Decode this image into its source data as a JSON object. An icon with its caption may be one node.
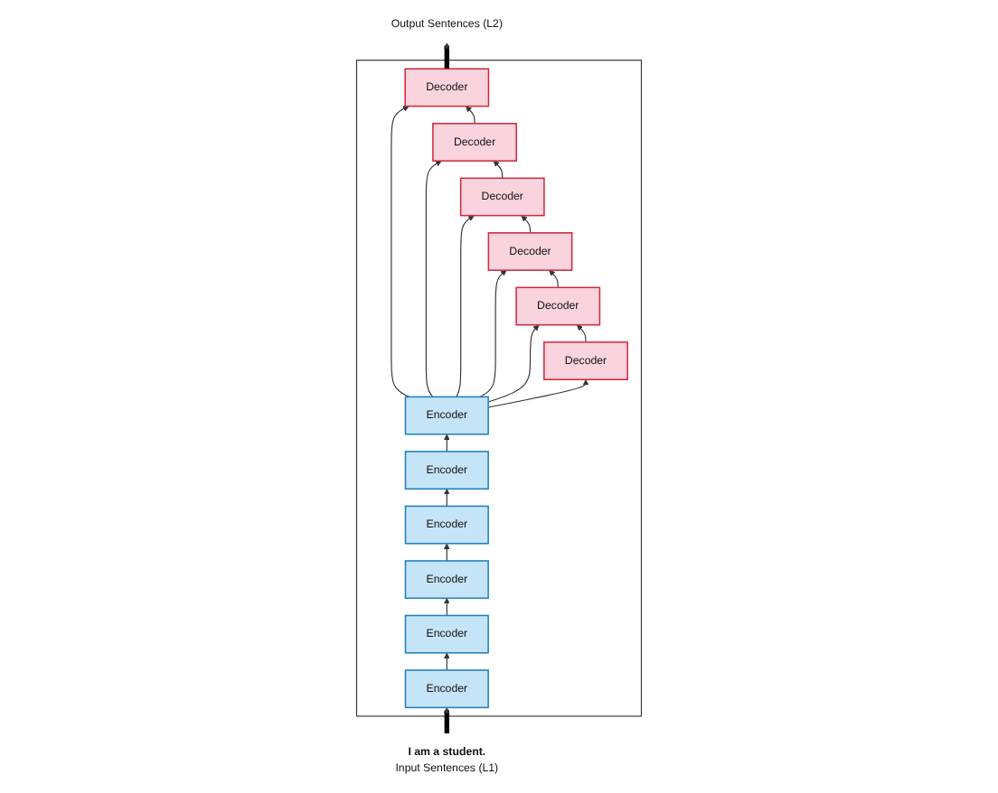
{
  "diagram": {
    "nodes": [
      {
        "text": [],
        "shape": "box"
      },
      {
        "text": [
          "Encoder"
        ],
        "in": 0
      },
      {
        "text": [
          "Encoder"
        ],
        "in": 0
      },
      {
        "text": [
          "Encoder"
        ],
        "in": 0
      },
      {
        "text": [
          "Encoder"
        ],
        "in": 0
      },
      {
        "text": [
          "Encoder"
        ],
        "in": 0
      },
      {
        "text": [
          "Encoder"
        ],
        "in": 0
      },
      {
        "text": [
          "Decoder"
        ],
        "in": 0
      },
      {
        "text": [
          "Decoder"
        ],
        "in": 0
      },
      {
        "text": [
          "Decoder"
        ],
        "in": 0
      },
      {
        "text": [
          "Decoder"
        ],
        "in": 0
      },
      {
        "text": [
          "Decoder"
        ],
        "in": 0
      },
      {
        "text": [
          "Decoder"
        ],
        "in": 0
      },
      {
        "text": [
          "Output Sentences (L2)"
        ]
      },
      {
        "text": [
          "**I am a student.**",
          "Input Sentences (L1)"
        ]
      }
    ],
    "edges": [
      {
        "from": 14,
        "to": 6,
        "arrow": "to",
        "style": "thick"
      },
      {
        "from": 6,
        "to": 5,
        "arrow": "to"
      },
      {
        "from": 5,
        "to": 4,
        "arrow": "to"
      },
      {
        "from": 4,
        "to": 3,
        "arrow": "to"
      },
      {
        "from": 3,
        "to": 2,
        "arrow": "to"
      },
      {
        "from": 2,
        "to": 1,
        "arrow": "to"
      },
      {
        "from": 1,
        "to": 7,
        "arrow": "to"
      },
      {
        "from": 1,
        "to": 8,
        "arrow": "to"
      },
      {
        "from": 1,
        "to": 9,
        "arrow": "to"
      },
      {
        "from": 1,
        "to": 10,
        "arrow": "to"
      },
      {
        "from": 1,
        "to": 11,
        "arrow": "to"
      },
      {
        "from": 1,
        "to": 12,
        "arrow": "to"
      },
      {
        "from": 12,
        "to": 11,
        "arrow": "to"
      },
      {
        "from": 11,
        "to": 10,
        "arrow": "to"
      },
      {
        "from": 10,
        "to": 9,
        "arrow": "to"
      },
      {
        "from": 9,
        "to": 8,
        "arrow": "to"
      },
      {
        "from": 8,
        "to": 7,
        "arrow": "to"
      },
      {
        "from": 7,
        "to": 13,
        "arrow": "to",
        "style": "thick"
      }
    ]
  }
}
